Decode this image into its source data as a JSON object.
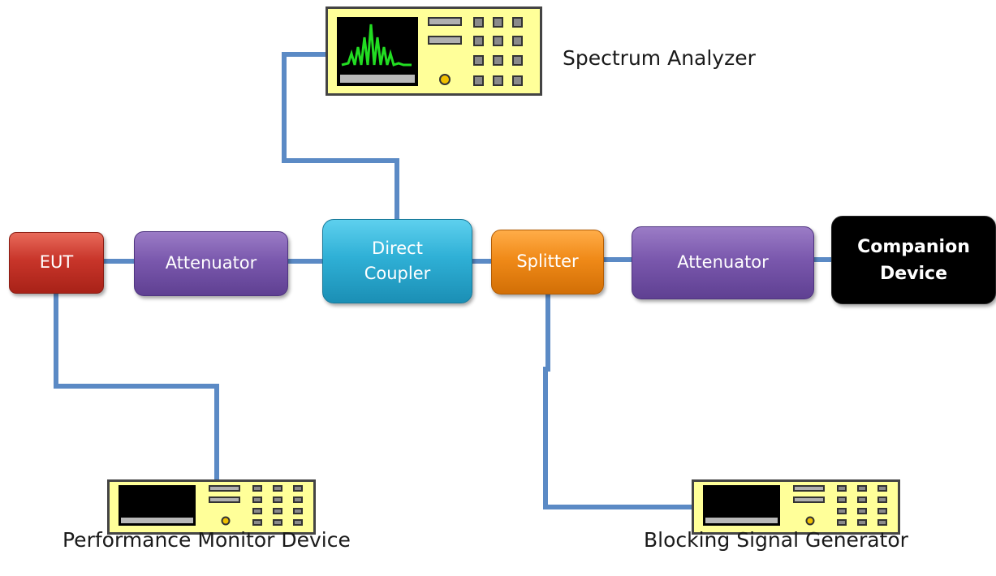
{
  "blocks": {
    "eut": "EUT",
    "attenuator_left": "Attenuator",
    "direct_coupler": "Direct\nCoupler",
    "splitter": "Splitter",
    "attenuator_right": "Attenuator",
    "companion_device": "Companion\nDevice"
  },
  "instruments": {
    "spectrum_analyzer": "Spectrum Analyzer",
    "performance_monitor": "Performance Monitor Device",
    "blocking_signal_generator": "Blocking Signal Generator"
  },
  "colors": {
    "wire": "#5b8ac5",
    "instrument_body": "#ffff99",
    "eut": "#c8352a",
    "attenuator": "#7a58ad",
    "coupler": "#2fb0d6",
    "splitter": "#f08a18",
    "companion": "#000000",
    "spectrum_trace": "#22dd22"
  },
  "icons": [
    "spectrum-analyzer-icon",
    "performance-monitor-icon",
    "signal-generator-icon"
  ]
}
